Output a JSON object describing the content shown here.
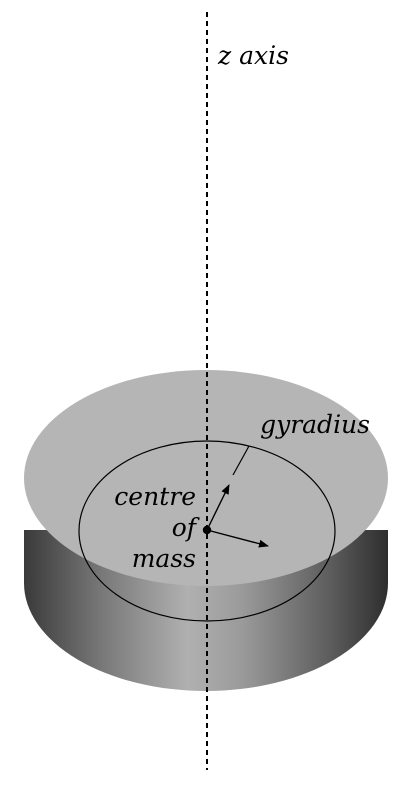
{
  "labels": {
    "axis": "z axis",
    "gyradius": "gyradius",
    "centre_line1": "centre",
    "centre_line2": "of",
    "centre_line3": "mass"
  },
  "colors": {
    "disc_top": "#b5b5b5",
    "disc_side_dark": "#3a3a3a",
    "disc_side_light": "#b0b0b0",
    "line": "#000000",
    "background": "#ffffff"
  }
}
